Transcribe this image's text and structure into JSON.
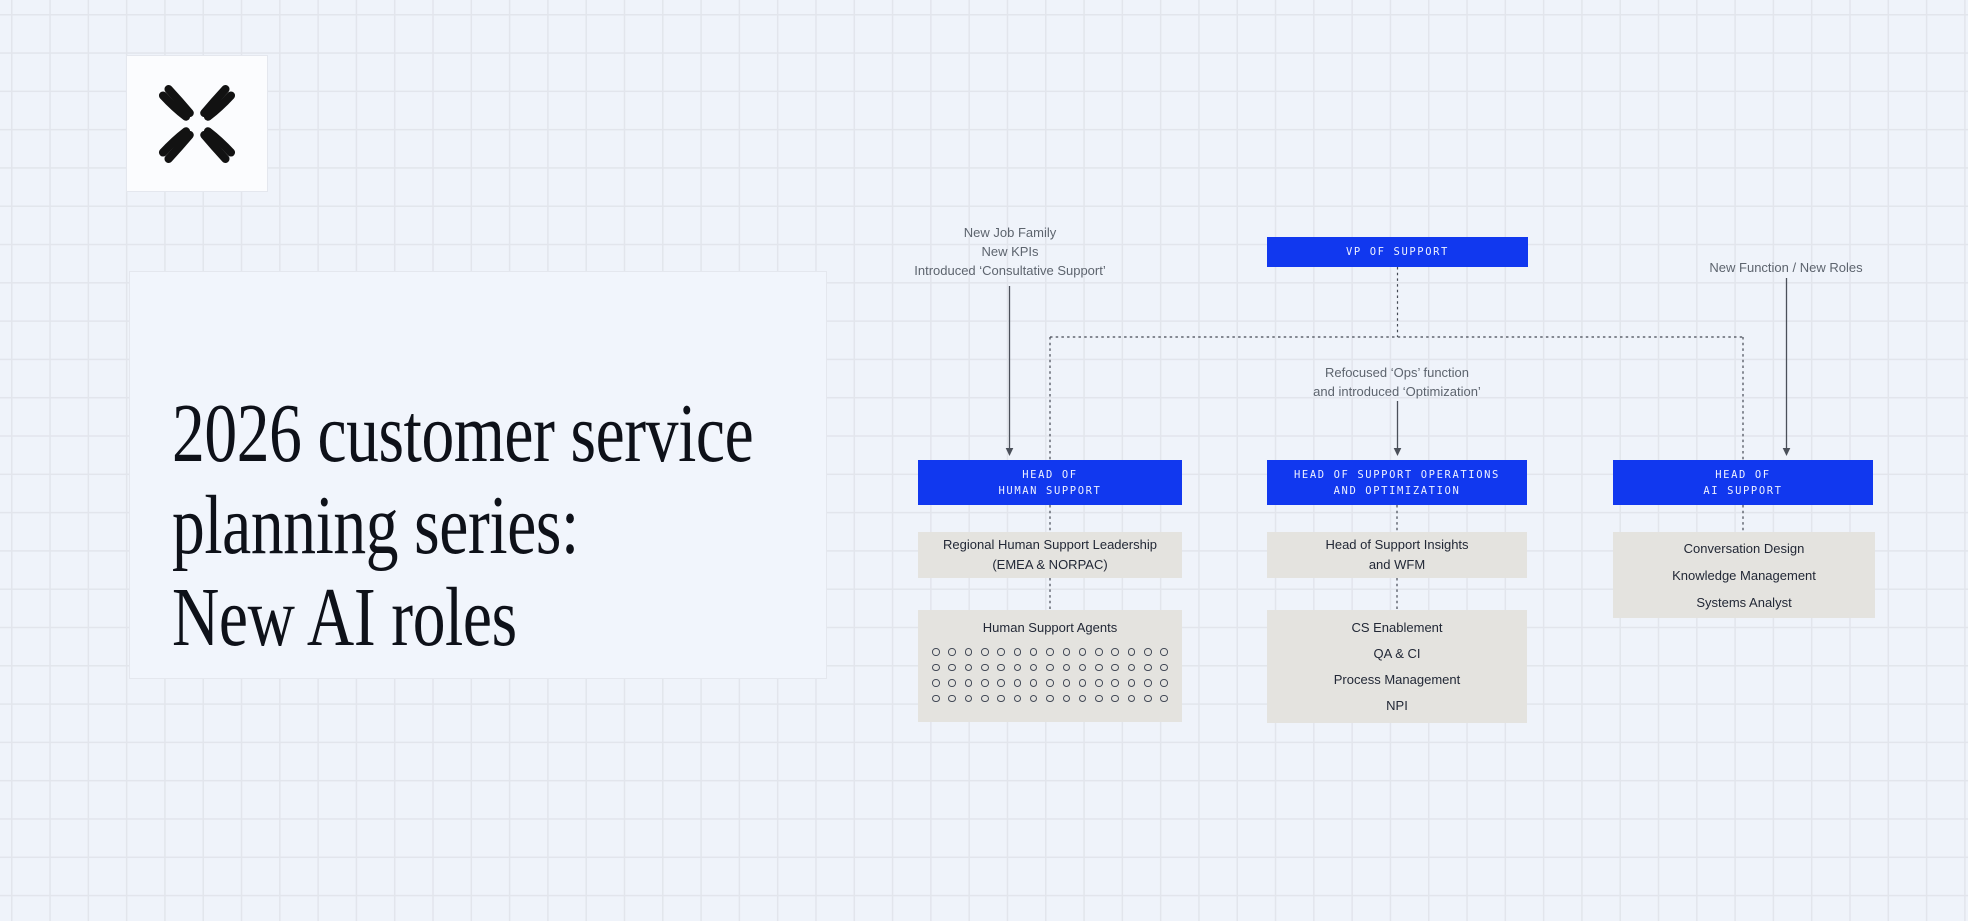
{
  "page": {
    "title_lines": [
      "2026 customer service",
      "planning series:",
      "New AI roles"
    ]
  },
  "logo": {
    "name": "converging-arrows-logo"
  },
  "colors": {
    "accent_blue": "#1138ef",
    "box_gray": "#e4e3df",
    "background": "#eff3fa",
    "grid_line": "#e2e5ec",
    "ink": "#0e1119",
    "annotation_gray": "#5d646e",
    "connector_dark": "#444953"
  },
  "org_chart": {
    "vp": {
      "label": "VP OF SUPPORT"
    },
    "annotations": {
      "left": {
        "lines": [
          "New Job Family",
          "New KPIs",
          "Introduced ‘Consultative Support’"
        ]
      },
      "middle": {
        "lines": [
          "Refocused ‘Ops’ function",
          "and introduced ‘Optimization’"
        ]
      },
      "right": {
        "lines": [
          "New Function / New Roles"
        ]
      }
    },
    "columns": [
      {
        "head": {
          "lines": [
            "HEAD OF",
            "HUMAN SUPPORT"
          ]
        },
        "boxes": [
          {
            "lines": [
              "Regional Human Support Leadership",
              "(EMEA & NORPAC)"
            ]
          },
          {
            "title": "Human Support Agents",
            "grid": {
              "rows": 4,
              "cols": 15
            }
          }
        ]
      },
      {
        "head": {
          "lines": [
            "HEAD OF SUPPORT OPERATIONS",
            "AND OPTIMIZATION"
          ]
        },
        "boxes": [
          {
            "lines": [
              "Head of Support Insights",
              "and WFM"
            ]
          },
          {
            "lines": [
              "CS Enablement",
              "QA & CI",
              "Process Management",
              "NPI"
            ]
          }
        ]
      },
      {
        "head": {
          "lines": [
            "HEAD OF",
            "AI SUPPORT"
          ]
        },
        "boxes": [
          {
            "lines": [
              "Conversation Design",
              "Knowledge Management",
              "Systems Analyst"
            ]
          }
        ]
      }
    ]
  }
}
